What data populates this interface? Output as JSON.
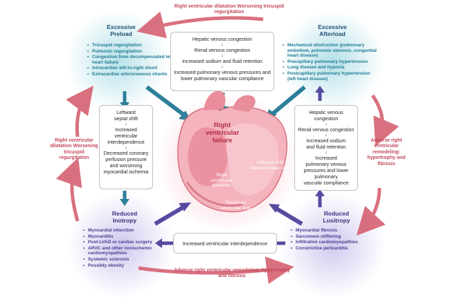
{
  "colors": {
    "cycle_red": "#c2485a",
    "teal": "#1f7a93",
    "purple": "#4a3d8f",
    "heart_title": "#b02a44"
  },
  "cycle": {
    "top": [
      "Right ventricular dilatation",
      "Worsening tricuspid regurgitation"
    ],
    "left": [
      "Right",
      "ventricular",
      "dilatation",
      "Worsening",
      "tricuspid",
      "regurgitation"
    ],
    "right": [
      "Adverse",
      "right",
      "ventricular",
      "remodeling:",
      "hypertrophy",
      "and fibrosis"
    ],
    "bottom": [
      "Adverse right ventricular",
      "remodeling: hypertrophy and fibrosis"
    ]
  },
  "preload": {
    "title": [
      "Excessive",
      "Preload"
    ],
    "items": [
      "Tricuspid regurgitation",
      "Pulmonic regurgitation",
      "Congestion from decompensated left heart failure",
      "Intracardiac left-to-right shunt",
      "Extracardiac arteriovenous shunts"
    ]
  },
  "afterload": {
    "title": [
      "Excessive",
      "Afterload"
    ],
    "items": [
      "Mechanical obstruction (pulmonary embolism, pulmonic stenosis, congenital heart disease)",
      "Precapillary pulmonary hypertension",
      "Lung disease and hypoxia",
      "Postcapillary pulmonary hypertension (left heart disease)"
    ]
  },
  "center_box": [
    "Hepatic venous congestion",
    "Renal venous congestion",
    "Increased sodium and fluid retention",
    "Increased pulmonary venous pressures and",
    "lower pulmonary vascular compliance"
  ],
  "left_box": [
    "Leftward",
    "septal shift",
    "Increased",
    "ventricular",
    "interdependence",
    "Decreased coronary",
    "perfusion pressure",
    "and worsening",
    "myocardial ischemia"
  ],
  "right_box": [
    "Hepatic venous",
    "congestion",
    "Renal venous congestion",
    "Increased sodium",
    "and fluid retention",
    "Increased",
    "pulmonary venous",
    "pressures and lower pulmonary",
    "vascular compliance"
  ],
  "heart": {
    "title": [
      "Right",
      "ventricular failure"
    ],
    "septum": [
      "Leftward shift of",
      "interventricular septum"
    ],
    "dilatation": [
      "Right",
      "ventricular",
      "dilatation"
    ],
    "wall": [
      "Thickened",
      "ventricular wall"
    ]
  },
  "inotropy": {
    "title": [
      "Reduced",
      "Inotropy"
    ],
    "items": [
      "Myocardial infarction",
      "Myocarditis",
      "Post-LVAD or cardiac surgery",
      "ARVC and other nonischemic cardiomyopathies",
      "Systemic sclerosis",
      "Possibly obesity"
    ]
  },
  "lusitropy": {
    "title": [
      "Reduced",
      "Lusitropy"
    ],
    "items": [
      "Myocardial fibrosis",
      "Sarcomere stiffening",
      "Infiltrative cardiomyopathies",
      "Constrictive pericarditis"
    ]
  },
  "bottom_box": "Increased ventricular interdependence"
}
